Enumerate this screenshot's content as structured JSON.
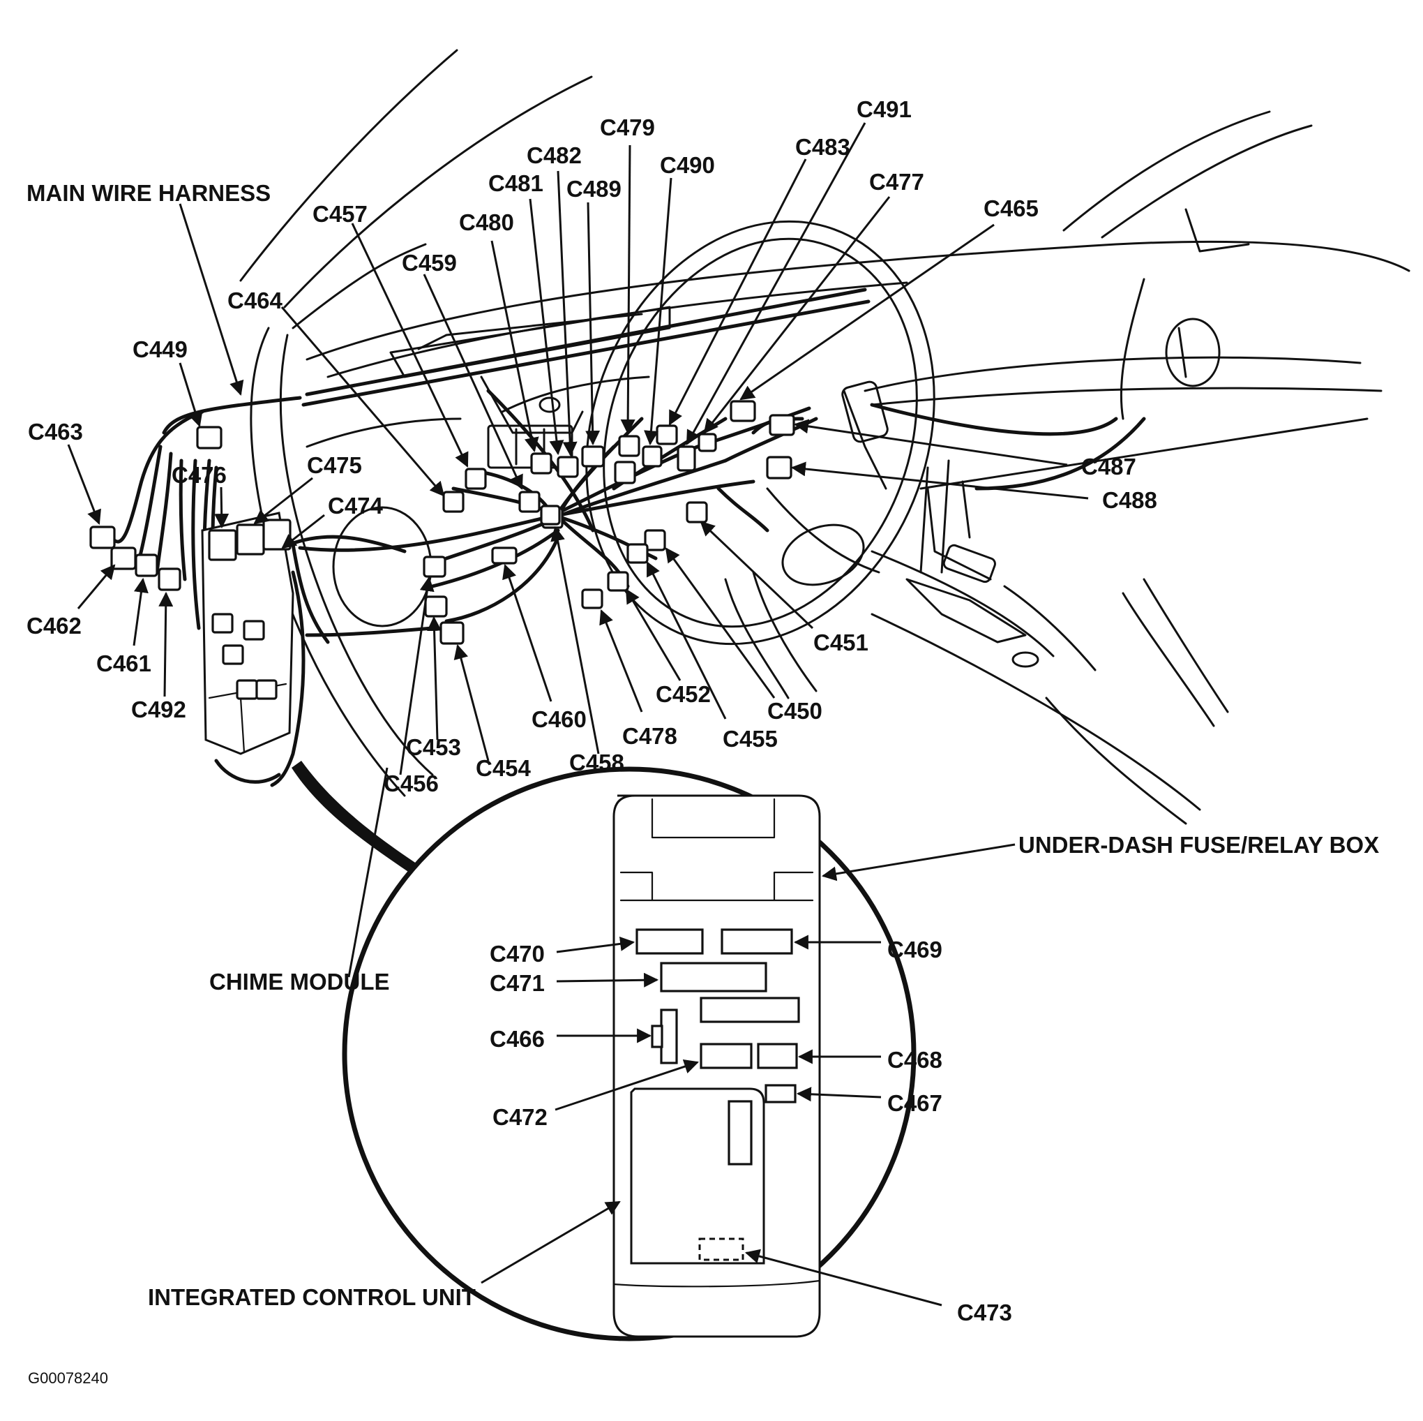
{
  "labels": {
    "main_wire_harness": "MAIN WIRE HARNESS",
    "chime_module": "CHIME MODULE",
    "under_dash_box": "UNDER-DASH FUSE/RELAY BOX",
    "integrated_control_unit": "INTEGRATED CONTROL UNIT",
    "figure_code": "G00078240"
  },
  "connectors": {
    "c449": "C449",
    "c450": "C450",
    "c451": "C451",
    "c452": "C452",
    "c453": "C453",
    "c454": "C454",
    "c455": "C455",
    "c456": "C456",
    "c457": "C457",
    "c458": "C458",
    "c459": "C459",
    "c460": "C460",
    "c461": "C461",
    "c462": "C462",
    "c463": "C463",
    "c464": "C464",
    "c465": "C465",
    "c466": "C466",
    "c467": "C467",
    "c468": "C468",
    "c469": "C469",
    "c470": "C470",
    "c471": "C471",
    "c472": "C472",
    "c473": "C473",
    "c474": "C474",
    "c475": "C475",
    "c476": "C476",
    "c477": "C477",
    "c478": "C478",
    "c479": "C479",
    "c480": "C480",
    "c481": "C481",
    "c482": "C482",
    "c483": "C483",
    "c487": "C487",
    "c488": "C488",
    "c489": "C489",
    "c490": "C490",
    "c491": "C491",
    "c492": "C492"
  }
}
